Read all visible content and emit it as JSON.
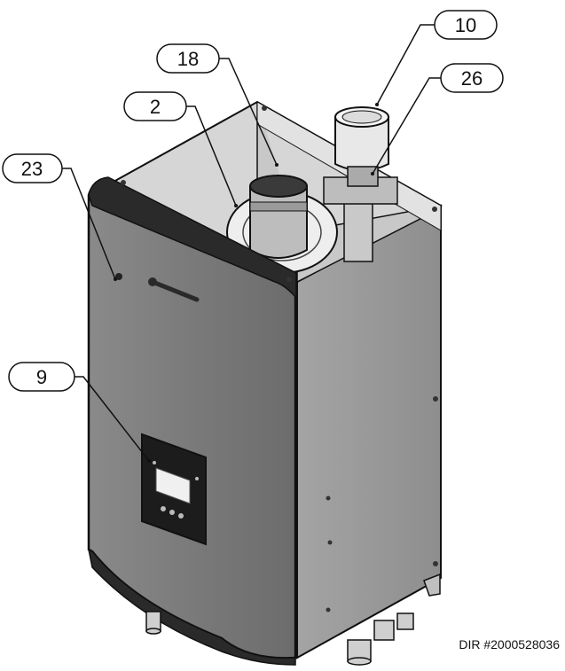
{
  "colors": {
    "front_panel": "#7d7d7d",
    "side_panel": "#9a9a9a",
    "dark_trim": "#2a2a2a",
    "interior": "#d9d9d9",
    "pipe": "#cfcfcf",
    "outline": "#111111"
  },
  "callouts": [
    {
      "id": "c10",
      "label": "10",
      "target": "vent-connector-top"
    },
    {
      "id": "c26",
      "label": "26",
      "target": "air-intake-fitting"
    },
    {
      "id": "c18",
      "label": "18",
      "target": "interior-panel"
    },
    {
      "id": "c2",
      "label": "2",
      "target": "heat-exchanger"
    },
    {
      "id": "c23",
      "label": "23",
      "target": "front-cover"
    },
    {
      "id": "c9",
      "label": "9",
      "target": "control-display"
    }
  ],
  "caption": "DIR #2000528036"
}
